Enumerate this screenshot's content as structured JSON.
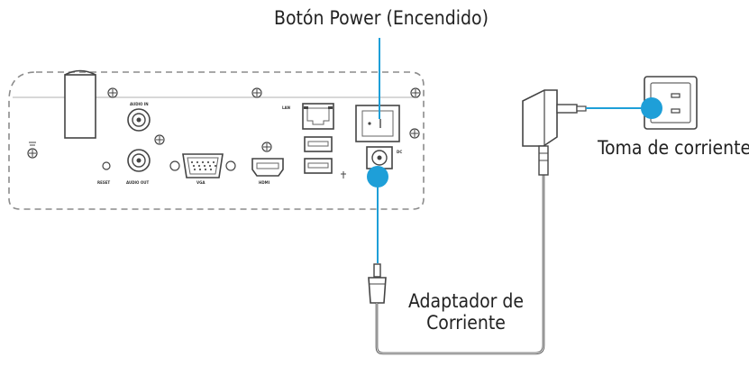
{
  "labels": {
    "power_button": "Botón Power (Encendido)",
    "outlet": "Toma de corriente",
    "adapter_line1": "Adaptador de",
    "adapter_line2": "Corriente"
  },
  "device_ports": {
    "audio_in": "AUDIO IN",
    "audio_out": "AUDIO OUT",
    "vga": "VGA",
    "hdmi": "HDMI",
    "reset": "RESET",
    "lan": "LAN",
    "dc": "DC"
  },
  "colors": {
    "accent": "#1e9fd8",
    "line": "#3a3a3a",
    "dashed_outline": "#9a9a9a"
  }
}
